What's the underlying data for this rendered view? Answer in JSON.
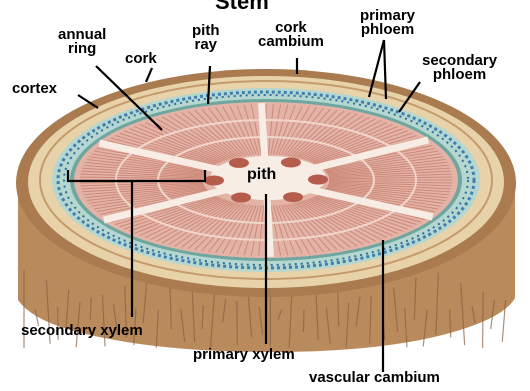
{
  "diagram": {
    "title_fragment": "Stem",
    "labels": {
      "annual_ring": "annual\nring",
      "cork": "cork",
      "pith_ray": "pith\nray",
      "cork_cambium": "cork\ncambium",
      "primary_phloem": "primary\nphloem",
      "secondary_phloem": "secondary\nphloem",
      "cortex": "cortex",
      "pith": "pith",
      "secondary_xylem": "secondary xylem",
      "primary_xylem": "primary xylem",
      "vascular_cambium": "vascular cambium"
    },
    "colors": {
      "bark": "#b88a5c",
      "cork_band": "#e7d2aa",
      "cortex_band": "#b6d7d0",
      "phloem_dots": "#3f7fb0",
      "xylem": "#e2b3a6",
      "xylem_lines": "#c67b6c",
      "pith_center": "#f7ede4",
      "primary_xylem": "#b65c4c"
    }
  }
}
